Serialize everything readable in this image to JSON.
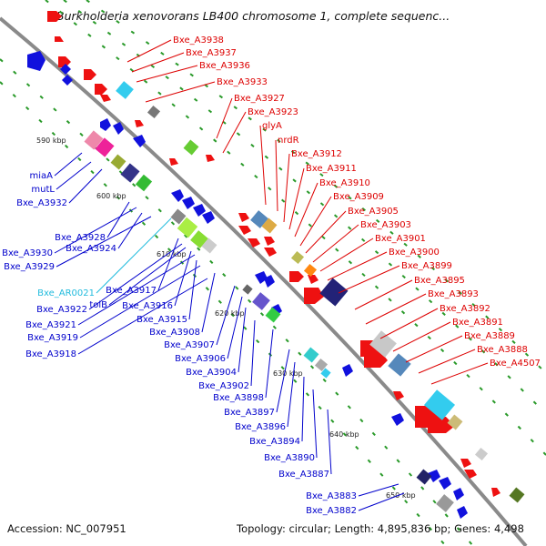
{
  "title": "Burkholderia xenovorans LB400 chromosome 1, complete sequenc...",
  "accession": "Accession: NC_007951",
  "topology": "Topology: circular; Length: 4,895,836 bp; Genes: 4,498",
  "colors": {
    "red_gene": "#ee1111",
    "blue_gene": "#1111dd",
    "cyan_gene": "#33ccee",
    "green_tick": "#229922",
    "backbone": "#888888",
    "red_label": "#dd0000",
    "blue_label": "#0000cc",
    "cyan_label": "#22bbdd"
  },
  "scale_labels": [
    "590 kbp",
    "600 kbp",
    "610 kbp",
    "620 kbp",
    "630 kbp",
    "640 kbp",
    "650 kbp"
  ],
  "red_labels": [
    "Bxe_A3938",
    "Bxe_A3937",
    "Bxe_A3936",
    "Bxe_A3933",
    "Bxe_A3927",
    "Bxe_A3923",
    "glyA",
    "nrdR",
    "Bxe_A3912",
    "Bxe_A3911",
    "Bxe_A3910",
    "Bxe_A3909",
    "Bxe_A3905",
    "Bxe_A3903",
    "Bxe_A3901",
    "Bxe_A3900",
    "Bxe_A3899",
    "Bxe_A3895",
    "Bxe_A3893",
    "Bxe_A3892",
    "Bxe_A3891",
    "Bxe_A3889",
    "Bxe_A3888",
    "Bxe_A4507"
  ],
  "left_labels": [
    "miaA",
    "mutL",
    "Bxe_A3932",
    "Bxe_A3928",
    "Bxe_A3930",
    "Bxe_A3924",
    "Bxe_A3929",
    "Bxe_AR0021",
    "Bxe_A3917",
    "Bxe_A3922",
    "tolB",
    "Bxe_A3916",
    "Bxe_A3921",
    "Bxe_A3915",
    "Bxe_A3919",
    "Bxe_A3908",
    "Bxe_A3918",
    "Bxe_A3907",
    "Bxe_A3906",
    "Bxe_A3904",
    "Bxe_A3902",
    "Bxe_A3898",
    "Bxe_A3897",
    "Bxe_A3896",
    "Bxe_A3894",
    "Bxe_A3890",
    "Bxe_A3887",
    "Bxe_A3883",
    "Bxe_A3882"
  ]
}
